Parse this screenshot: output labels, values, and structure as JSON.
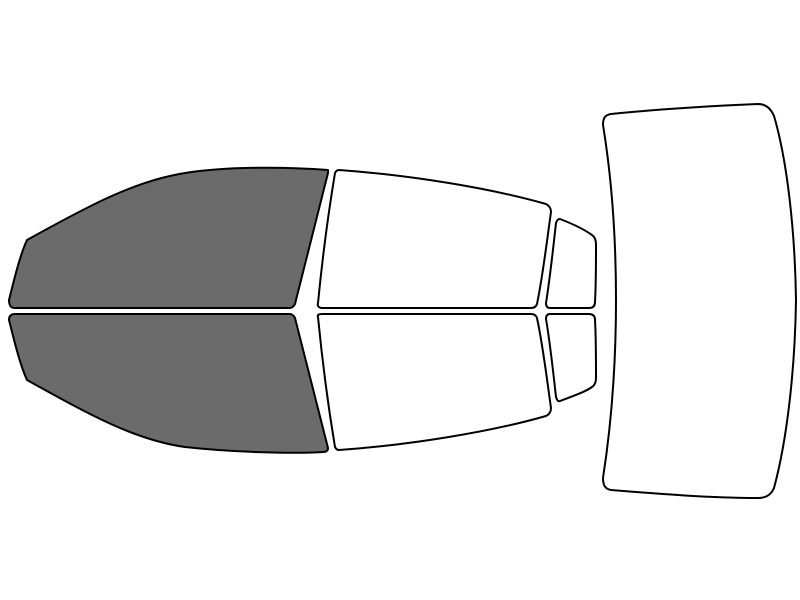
{
  "colors": {
    "background": "#ffffff",
    "outline": "#000000",
    "tinted": "#6b6b6b",
    "untinted": "#ffffff"
  },
  "panes": [
    {
      "id": "front-driver-window",
      "tinted": true
    },
    {
      "id": "front-passenger-window",
      "tinted": true
    },
    {
      "id": "rear-driver-window",
      "tinted": false
    },
    {
      "id": "rear-passenger-window",
      "tinted": false
    },
    {
      "id": "rear-quarter-driver-window",
      "tinted": false
    },
    {
      "id": "rear-quarter-passenger-window",
      "tinted": false
    },
    {
      "id": "rear-windshield",
      "tinted": false
    }
  ]
}
